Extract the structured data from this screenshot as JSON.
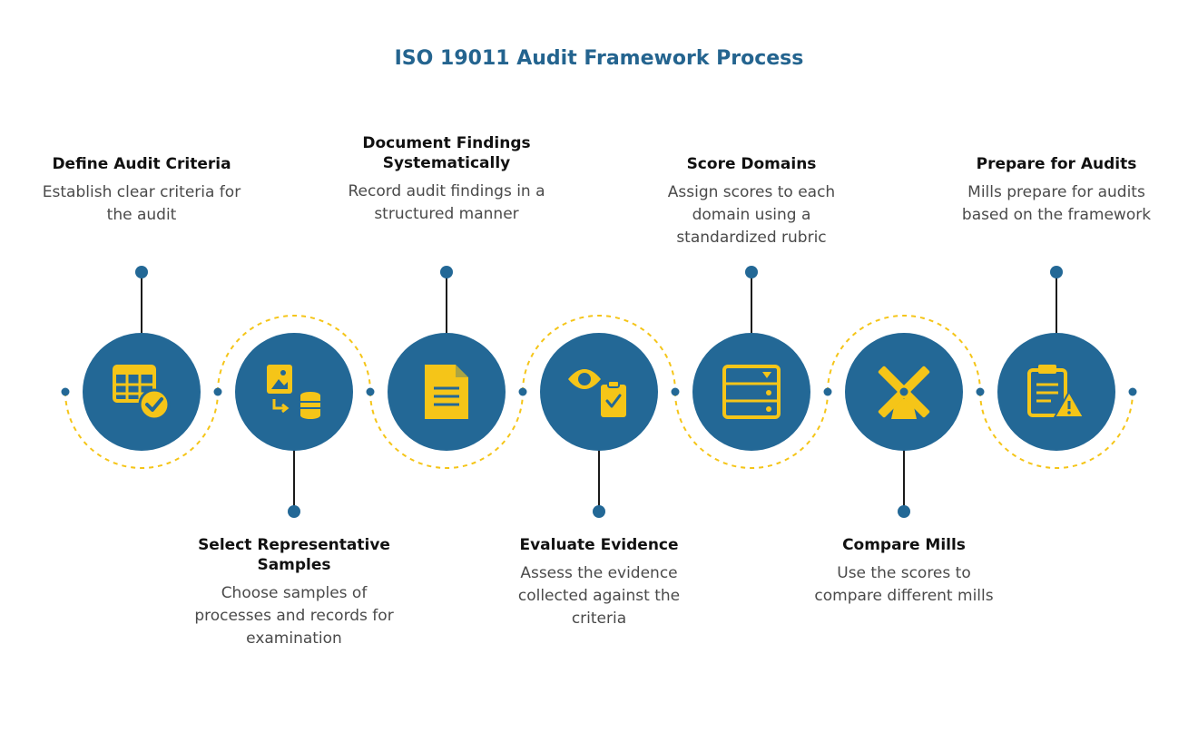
{
  "title": "ISO 19011 Audit Framework Process",
  "colors": {
    "circle": "#236896",
    "accent": "#f5c518",
    "dot": "#236896",
    "dash": "#f5c518"
  },
  "steps": [
    {
      "title": "Define Audit Criteria",
      "desc": "Establish clear criteria for the audit",
      "position": "top",
      "icon": "table-check-icon"
    },
    {
      "title": "Select Representative Samples",
      "desc": "Choose samples of processes and records for examination",
      "position": "bottom",
      "icon": "image-database-icon"
    },
    {
      "title": "Document Findings Systematically",
      "desc": "Record audit findings in a structured manner",
      "position": "top",
      "icon": "document-icon"
    },
    {
      "title": "Evaluate Evidence",
      "desc": "Assess the evidence collected against the criteria",
      "position": "bottom",
      "icon": "eye-clipboard-icon"
    },
    {
      "title": "Score Domains",
      "desc": "Assign scores to each domain using a standardized rubric",
      "position": "top",
      "icon": "server-rack-icon"
    },
    {
      "title": "Compare Mills",
      "desc": "Use the scores to compare different mills",
      "position": "bottom",
      "icon": "windmill-icon"
    },
    {
      "title": "Prepare for Audits",
      "desc": "Mills prepare for audits based on the framework",
      "position": "top",
      "icon": "clipboard-warning-icon"
    }
  ]
}
